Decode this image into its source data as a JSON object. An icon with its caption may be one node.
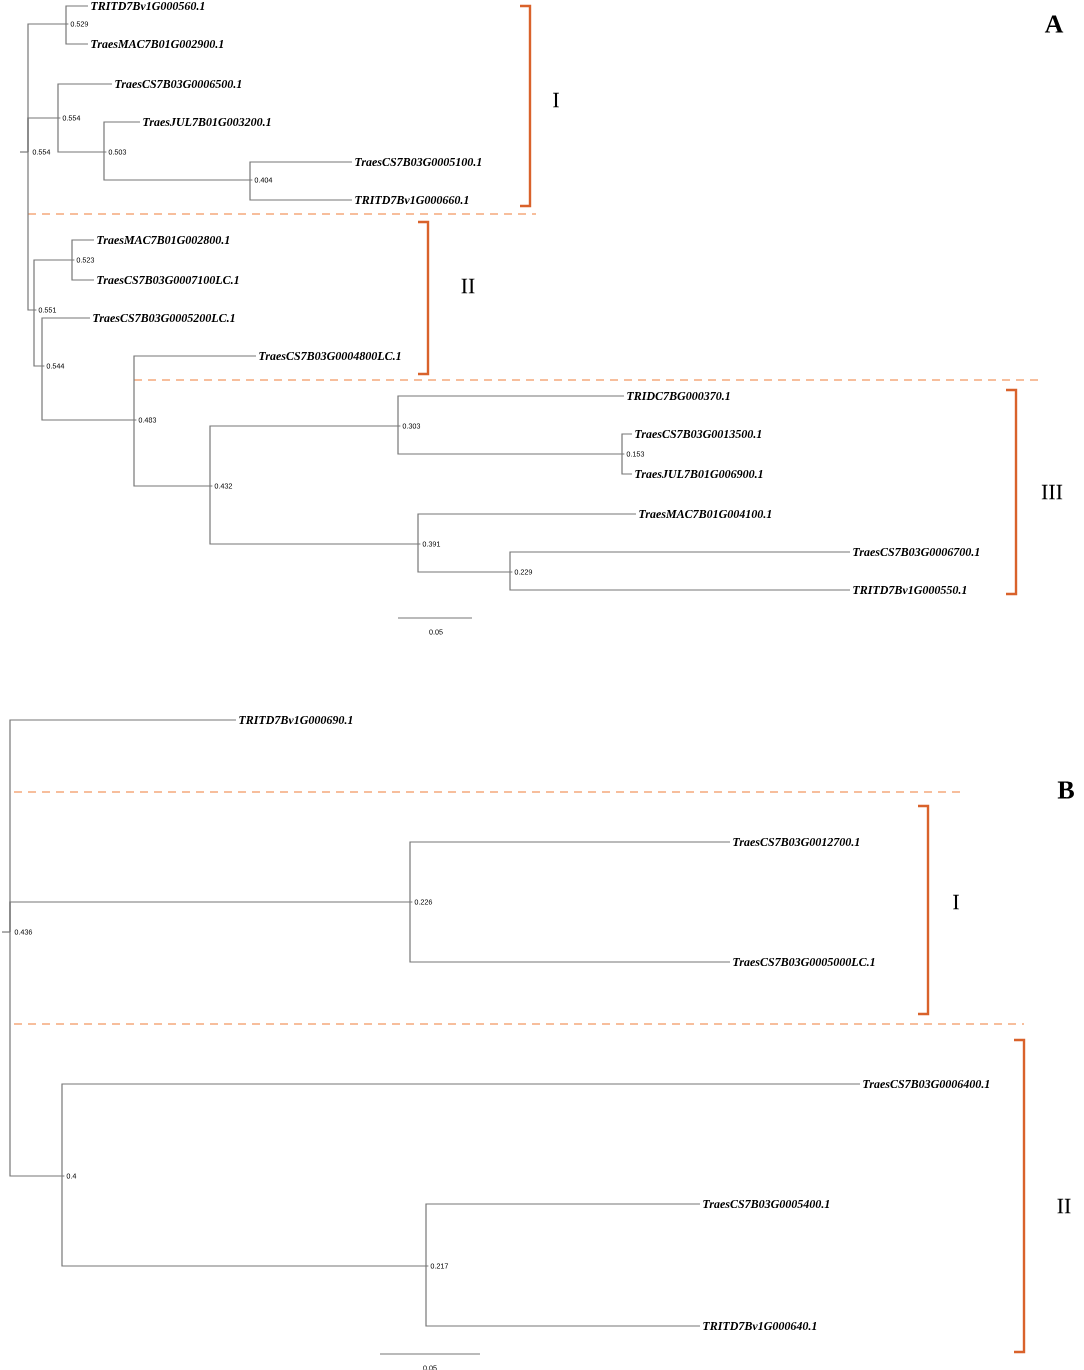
{
  "diagram": {
    "nodes": [
      {
        "text": [
          "0.554"
        ]
      },
      {
        "text": [
          "0.529"
        ]
      },
      {
        "text": [
          "TRITD7Bv1G000560.1"
        ]
      },
      {
        "text": [
          "TraesMAC7B01G002900.1"
        ]
      },
      {
        "text": [
          "0.554"
        ]
      },
      {
        "text": [
          "TraesCS7B03G0006500.1"
        ]
      },
      {
        "text": [
          "0.503"
        ]
      },
      {
        "text": [
          "TraesJUL7B01G003200.1"
        ]
      },
      {
        "text": [
          "0.404"
        ]
      },
      {
        "text": [
          "TraesCS7B03G0005100.1"
        ]
      },
      {
        "text": [
          "TRITD7Bv1G000660.1"
        ]
      },
      {
        "text": [
          "0.551"
        ]
      },
      {
        "text": [
          "0.523"
        ]
      },
      {
        "text": [
          "TraesMAC7B01G002800.1"
        ]
      },
      {
        "text": [
          "TraesCS7B03G0007100LC.1"
        ]
      },
      {
        "text": [
          "0.544"
        ]
      },
      {
        "text": [
          "TraesCS7B03G0005200LC.1"
        ]
      },
      {
        "text": [
          "0.483"
        ]
      },
      {
        "text": [
          "TraesCS7B03G0004800LC.1"
        ]
      },
      {
        "text": [
          "0.432"
        ]
      },
      {
        "text": [
          "0.303"
        ]
      },
      {
        "text": [
          "TRIDC7BG000370.1"
        ]
      },
      {
        "text": [
          "0.153"
        ]
      },
      {
        "text": [
          "TraesCS7B03G0013500.1"
        ]
      },
      {
        "text": [
          "TraesJUL7B01G006900.1"
        ]
      },
      {
        "text": [
          "0.391"
        ]
      },
      {
        "text": [
          "TraesMAC7B01G004100.1"
        ]
      },
      {
        "text": [
          "0.229"
        ]
      },
      {
        "text": [
          "TraesCS7B03G0006700.1"
        ]
      },
      {
        "text": [
          "TRITD7Bv1G000550.1"
        ]
      },
      {
        "text": [
          "0.436"
        ]
      },
      {
        "text": [
          "TRITD7Bv1G000690.1"
        ]
      },
      {
        "text": [
          "0.226"
        ]
      },
      {
        "text": [
          "TraesCS7B03G0012700.1"
        ]
      },
      {
        "text": [
          "TraesCS7B03G0005000LC.1"
        ]
      },
      {
        "text": [
          "0.4"
        ]
      },
      {
        "text": [
          "TraesCS7B03G0006400.1"
        ]
      },
      {
        "text": [
          "0.217"
        ]
      },
      {
        "text": [
          "TraesCS7B03G0005400.1"
        ]
      },
      {
        "text": [
          "TRITD7Bv1G000640.1"
        ]
      }
    ],
    "edges": [
      {
        "from": 0,
        "to": 1,
        "arrow": "none"
      },
      {
        "from": 1,
        "to": 2,
        "arrow": "none"
      },
      {
        "from": 1,
        "to": 3,
        "arrow": "none"
      },
      {
        "from": 0,
        "to": 4,
        "arrow": "none"
      },
      {
        "from": 4,
        "to": 5,
        "arrow": "none"
      },
      {
        "from": 4,
        "to": 6,
        "arrow": "none"
      },
      {
        "from": 6,
        "to": 7,
        "arrow": "none"
      },
      {
        "from": 6,
        "to": 8,
        "arrow": "none"
      },
      {
        "from": 8,
        "to": 9,
        "arrow": "none"
      },
      {
        "from": 8,
        "to": 10,
        "arrow": "none"
      },
      {
        "from": 0,
        "to": 11,
        "arrow": "none"
      },
      {
        "from": 11,
        "to": 12,
        "arrow": "none"
      },
      {
        "from": 12,
        "to": 13,
        "arrow": "none"
      },
      {
        "from": 12,
        "to": 14,
        "arrow": "none"
      },
      {
        "from": 11,
        "to": 15,
        "arrow": "none"
      },
      {
        "from": 15,
        "to": 16,
        "arrow": "none"
      },
      {
        "from": 15,
        "to": 17,
        "arrow": "none"
      },
      {
        "from": 17,
        "to": 18,
        "arrow": "none"
      },
      {
        "from": 17,
        "to": 19,
        "arrow": "none"
      },
      {
        "from": 19,
        "to": 20,
        "arrow": "none"
      },
      {
        "from": 20,
        "to": 21,
        "arrow": "none"
      },
      {
        "from": 20,
        "to": 22,
        "arrow": "none"
      },
      {
        "from": 22,
        "to": 23,
        "arrow": "none"
      },
      {
        "from": 22,
        "to": 24,
        "arrow": "none"
      },
      {
        "from": 19,
        "to": 25,
        "arrow": "none"
      },
      {
        "from": 25,
        "to": 26,
        "arrow": "none"
      },
      {
        "from": 25,
        "to": 27,
        "arrow": "none"
      },
      {
        "from": 27,
        "to": 28,
        "arrow": "none"
      },
      {
        "from": 27,
        "to": 29,
        "arrow": "none"
      },
      {
        "from": 30,
        "to": 31,
        "arrow": "none"
      },
      {
        "from": 30,
        "to": 32,
        "arrow": "none"
      },
      {
        "from": 32,
        "to": 33,
        "arrow": "none"
      },
      {
        "from": 32,
        "to": 34,
        "arrow": "none"
      },
      {
        "from": 30,
        "to": 35,
        "arrow": "none"
      },
      {
        "from": 35,
        "to": 36,
        "arrow": "none"
      },
      {
        "from": 35,
        "to": 37,
        "arrow": "none"
      },
      {
        "from": 37,
        "to": 38,
        "arrow": "none"
      },
      {
        "from": 37,
        "to": 39,
        "arrow": "none"
      }
    ],
    "labels": [
      "A",
      "I",
      "II",
      "III",
      "0.05",
      "B",
      "I",
      "II",
      "0.05"
    ]
  }
}
